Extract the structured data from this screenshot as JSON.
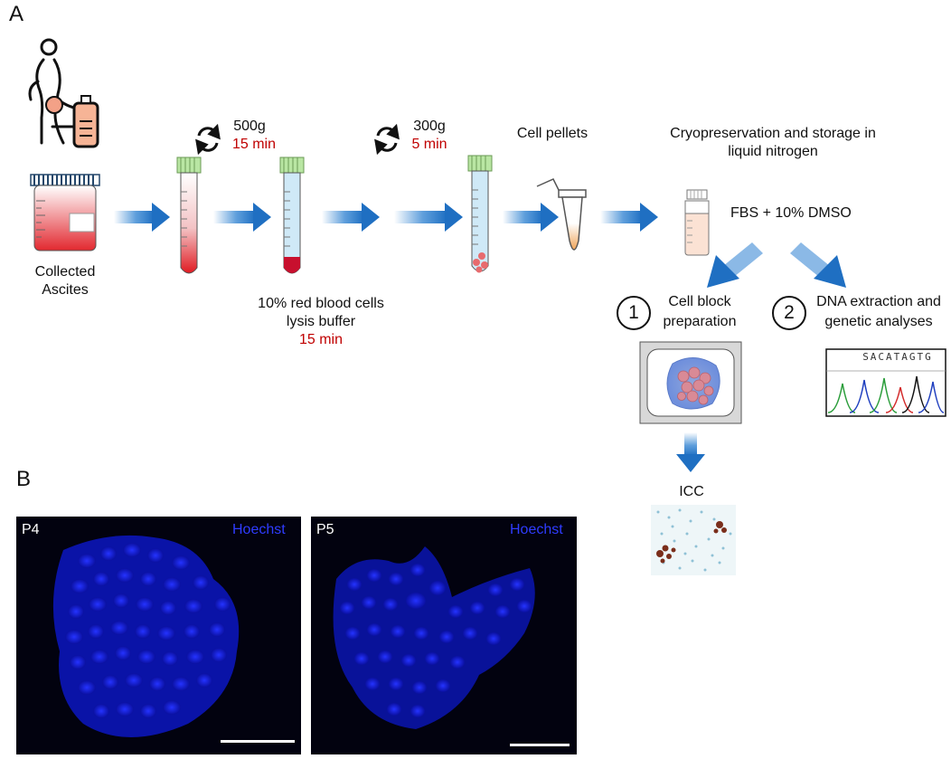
{
  "panel_a": {
    "letter": "A",
    "collected_label_1": "Collected",
    "collected_label_2": "Ascites",
    "spin1": {
      "speed": "500g",
      "time": "15 min"
    },
    "spin2": {
      "speed": "300g",
      "time": "5 min"
    },
    "lysis_1": "10% red blood cells",
    "lysis_2": "lysis buffer",
    "lysis_time": "15 min",
    "cell_pellets": "Cell pellets",
    "cryo_1": "Cryopreservation and storage in",
    "cryo_2": "liquid nitrogen",
    "fbs": "FBS + 10% DMSO",
    "branch1": {
      "num": "1",
      "line1": "Cell block",
      "line2": "preparation"
    },
    "branch2": {
      "num": "2",
      "line1": "DNA extraction and",
      "line2": "genetic analyses"
    },
    "icc": "ICC",
    "sequence_letters": "SACATAGTG"
  },
  "panel_b": {
    "letter": "B",
    "left": {
      "label": "P4",
      "stain": "Hoechst"
    },
    "right": {
      "label": "P5",
      "stain": "Hoechst"
    }
  },
  "colors": {
    "arrow": "#2a7fd0",
    "red_text": "#c00000",
    "stain": "#2f3cff"
  }
}
